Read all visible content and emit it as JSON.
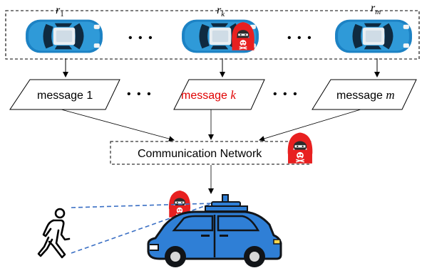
{
  "robots": [
    {
      "label": "r",
      "subscript": "1"
    },
    {
      "label": "r",
      "subscript": "k"
    },
    {
      "label": "r",
      "subscript": "m"
    }
  ],
  "ellipsis": "• • •",
  "messages": [
    {
      "text": "message 1",
      "var": "",
      "color": "#000000"
    },
    {
      "text": "message ",
      "var": "k",
      "color": "#e00000"
    },
    {
      "text": "message ",
      "var": "m",
      "color": "#000000"
    }
  ],
  "network": {
    "label": "Communication Network"
  },
  "colors": {
    "car_blue": "#2a8fd0",
    "hacker_red": "#e82020",
    "ego_blue": "#2f7fd6",
    "sensor_line": "#3a6fc4",
    "ego_dark": "#111418"
  },
  "icons": [
    "car-icon",
    "hacker-icon",
    "pedestrian-icon",
    "autonomous-car-icon"
  ]
}
